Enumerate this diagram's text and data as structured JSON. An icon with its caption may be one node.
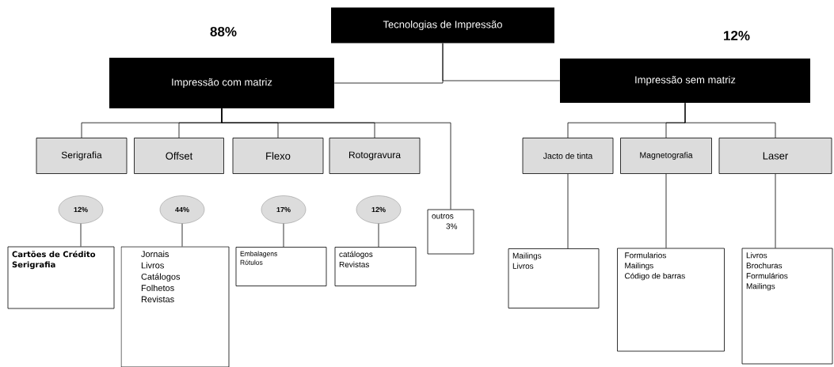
{
  "diagram": {
    "nodes": [
      {
        "text": [
          "Tecnologias de Impressão"
        ]
      },
      {
        "text": [
          "Impressão com matriz"
        ]
      },
      {
        "text": [
          "Impressão sem matriz"
        ]
      },
      {
        "text": [
          "Serigrafia"
        ]
      },
      {
        "text": [
          "Offset"
        ]
      },
      {
        "text": [
          "Flexo"
        ]
      },
      {
        "text": [
          "Rotogravura"
        ]
      },
      {
        "text": [
          "outros",
          "3%"
        ]
      },
      {
        "text": [
          "Jacto de tinta"
        ]
      },
      {
        "text": [
          "Magnetografia"
        ]
      },
      {
        "text": [
          "Laser"
        ]
      },
      {
        "text": [
          "12%"
        ]
      },
      {
        "text": [
          "44%"
        ]
      },
      {
        "text": [
          "17%"
        ]
      },
      {
        "text": [
          "12%"
        ]
      },
      {
        "text": [
          "Cartões de Crédito",
          "Serigrafia"
        ]
      },
      {
        "text": [
          "Jornais",
          "Livros",
          "Catálogos",
          "Folhetos",
          "Revistas"
        ]
      },
      {
        "text": [
          "Embalagens",
          "Rótulos"
        ]
      },
      {
        "text": [
          "catálogos",
          "Revistas"
        ]
      },
      {
        "text": [
          "Mailings",
          "Livros"
        ]
      },
      {
        "text": [
          "Formularios",
          "Mailings",
          "Código de barras"
        ]
      },
      {
        "text": [
          "Livros",
          "Brochuras",
          "Formulários",
          "Mailings"
        ]
      }
    ],
    "edges": [
      {
        "from": 0,
        "to": 1,
        "arrow": "none"
      },
      {
        "from": 0,
        "to": 2,
        "arrow": "none"
      },
      {
        "from": 1,
        "to": 3,
        "arrow": "none"
      },
      {
        "from": 1,
        "to": 4,
        "arrow": "none"
      },
      {
        "from": 1,
        "to": 5,
        "arrow": "none"
      },
      {
        "from": 1,
        "to": 6,
        "arrow": "none"
      },
      {
        "from": 1,
        "to": 7,
        "arrow": "none"
      },
      {
        "from": 2,
        "to": 8,
        "arrow": "none"
      },
      {
        "from": 2,
        "to": 9,
        "arrow": "none"
      },
      {
        "from": 2,
        "to": 10,
        "arrow": "none"
      },
      {
        "from": 11,
        "to": 15,
        "arrow": "none"
      },
      {
        "from": 12,
        "to": 16,
        "arrow": "none"
      },
      {
        "from": 13,
        "to": 17,
        "arrow": "none"
      },
      {
        "from": 14,
        "to": 18,
        "arrow": "none"
      },
      {
        "from": 8,
        "to": 19,
        "arrow": "none"
      },
      {
        "from": 9,
        "to": 20,
        "arrow": "none"
      },
      {
        "from": 10,
        "to": 21,
        "arrow": "none"
      }
    ],
    "labels": [
      "88%",
      "12%"
    ]
  }
}
